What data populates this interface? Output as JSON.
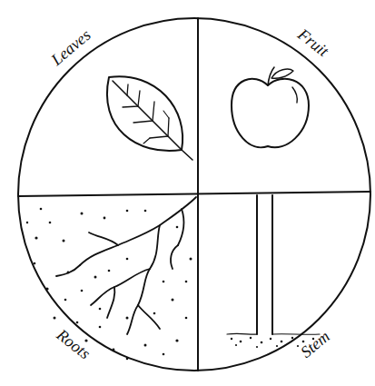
{
  "diagram": {
    "labels": [
      "Leaves",
      "Fruit",
      "Roots",
      "Stem"
    ]
  }
}
